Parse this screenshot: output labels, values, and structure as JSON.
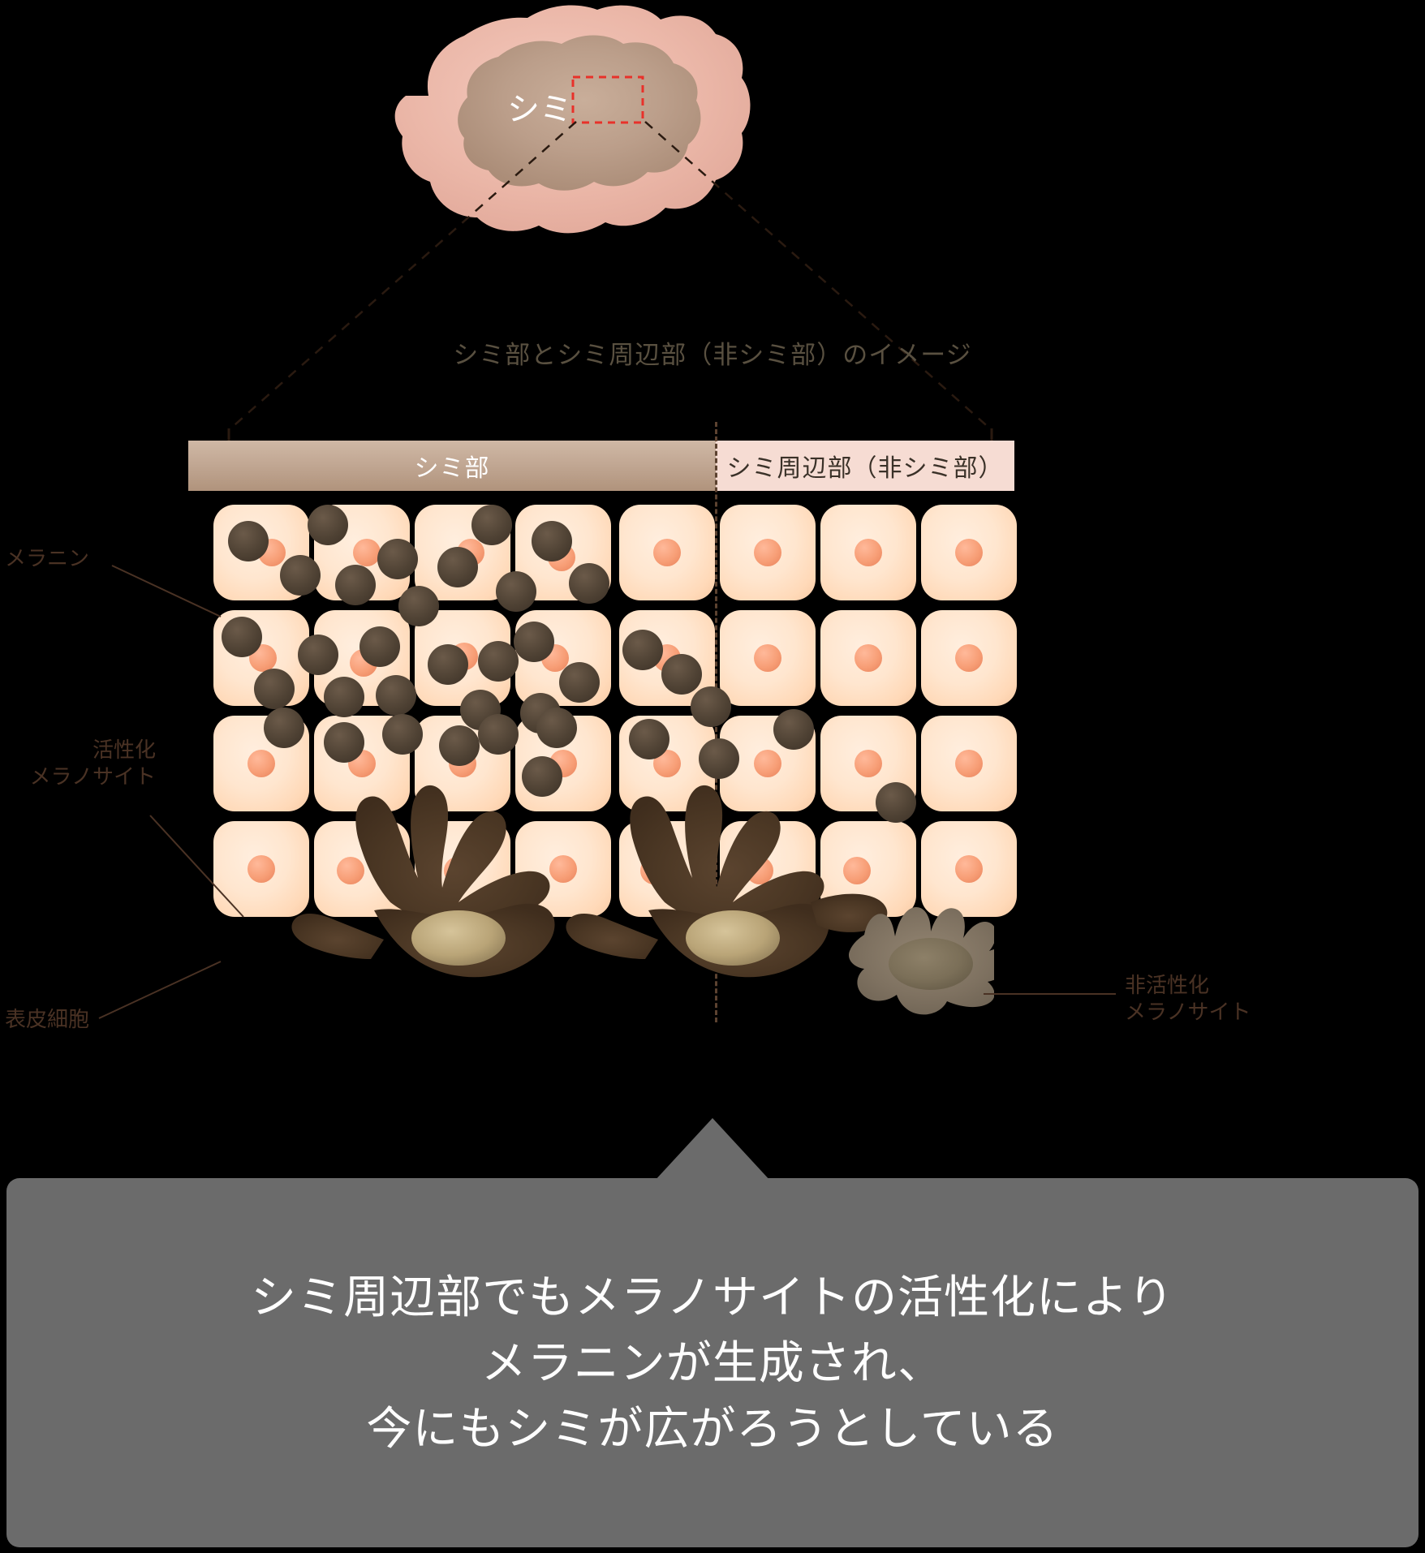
{
  "spot": {
    "label": "シミ",
    "zoom_box": "red-dashed-selection"
  },
  "caption": "シミ部とシミ周辺部（非シミ部）のイメージ",
  "headers": {
    "spot_area": "シミ部",
    "peripheral_area": "シミ周辺部（非シミ部）"
  },
  "labels": {
    "melanin": "メラニン",
    "active_melanocyte_line1": "活性化",
    "active_melanocyte_line2": "メラノサイト",
    "epidermal_cell": "表皮細胞",
    "inactive_melanocyte_line1": "非活性化",
    "inactive_melanocyte_line2": "メラノサイト"
  },
  "callout": {
    "line1": "シミ周辺部でもメラノサイトの活性化により",
    "line2": "メラニンが生成され、",
    "line3": "今にもシミが広がろうとしている"
  },
  "colors": {
    "spot_outer": "#e9b8aa",
    "spot_inner": "#b99c88",
    "header_spot_bg": "#bd9c85",
    "header_peri_bg": "#f6dcd3",
    "cell_fill": "#ffe6cf",
    "nucleus": "#f2936b",
    "melanin": "#453a2d",
    "melanocyte_active": "#4a3524",
    "melanocyte_inactive": "#7e7160",
    "callout_bg": "#6b6b6b",
    "selection_box": "#e8312a",
    "label_text": "#4a3224",
    "caption_text": "#595040"
  },
  "chart_data": {
    "type": "diagram",
    "title": "シミ部とシミ周辺部（非シミ部）のイメージ",
    "grid": {
      "rows": 4,
      "columns": 8,
      "spot_columns": 4,
      "peripheral_columns": 4
    },
    "melanin_count_by_region": {
      "spot_area": "high",
      "peripheral_area": "low"
    },
    "melanocytes": [
      {
        "region": "spot_area",
        "state": "active",
        "column": 2,
        "row": 4
      },
      {
        "region": "peripheral_area",
        "state": "active",
        "column": 6,
        "row": 4
      },
      {
        "region": "peripheral_area",
        "state": "inactive",
        "column": 8,
        "row": 4
      }
    ]
  }
}
